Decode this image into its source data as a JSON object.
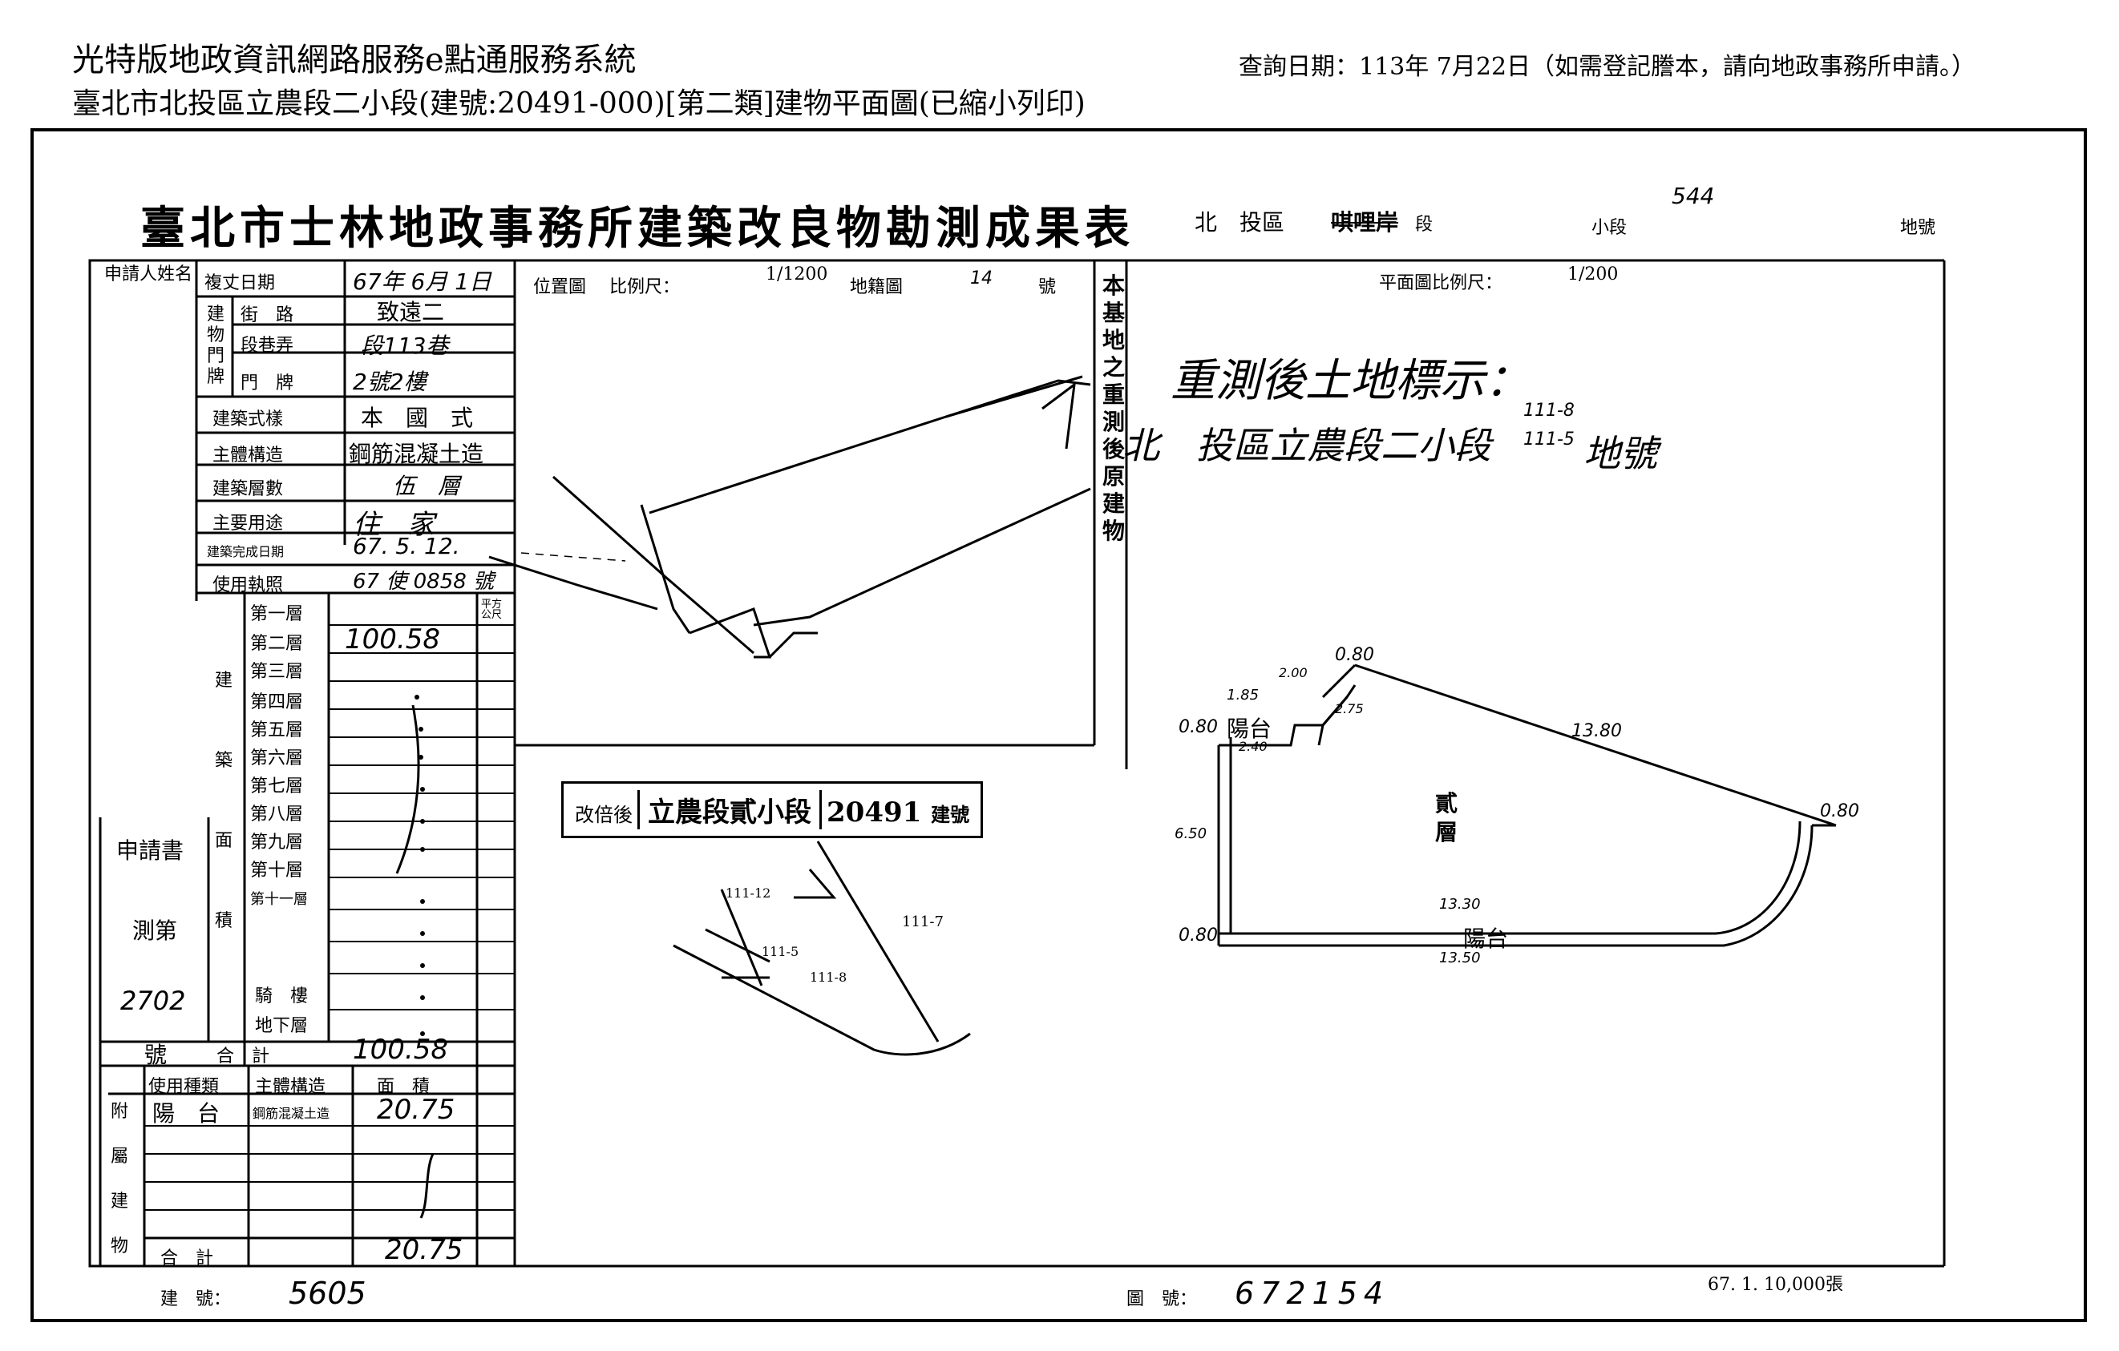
{
  "header": {
    "system_title": "光特版地政資訊網路服務e點通服務系統",
    "subtitle": "臺北市北投區立農段二小段(建號:20491-000)[第二類]建物平面圖(已縮小列印)",
    "query_date": "查詢日期：113年 7月22日（如需登記謄本，請向地政事務所申請。）"
  },
  "form": {
    "title": "臺北市士林地政事務所建築改良物勘測成果表",
    "title_suffix": "北　投區",
    "crossed_name": "唭哩岸",
    "section_label": "段",
    "subsection_label": "小段",
    "land_no_label": "地號",
    "land_no_value": "544",
    "applicant_label": "申請人姓名",
    "survey_date_label": "複丈日期",
    "survey_date": "67年 6月 1日",
    "door_labels": [
      "建物門牌",
      "街　路",
      "段巷弄",
      "門　牌"
    ],
    "street": "致遠二",
    "lane": "段113巷",
    "door_no": "2號2樓",
    "style_label": "建築式樣",
    "style": "本　國　式",
    "structure_label": "主體構造",
    "structure": "鋼筋混凝土造",
    "floors_label": "建築層數",
    "floors": "伍　層",
    "usage_label": "主要用途",
    "usage": "住　家",
    "complete_label": "建築完成日期",
    "complete_date": "67. 5. 12.",
    "license_label": "使用執照",
    "license": "67 使 0858 號",
    "area_label": "建築面積",
    "floor_rows": [
      "第一層",
      "第二層",
      "第三層",
      "第四層",
      "第五層",
      "第六層",
      "第七層",
      "第八層",
      "第九層",
      "第十層",
      "第十一層",
      "",
      "騎　樓",
      "地下層"
    ],
    "second_floor_area": "100.58",
    "total_label": "合　計",
    "total_area": "100.58",
    "unit": "平方公尺",
    "application_label": "申請書",
    "application_no_label": "測第",
    "application_no": "2702",
    "application_no_suffix": "號",
    "annex_label": "附屬建物",
    "annex_headers": [
      "使用種類",
      "主體構造",
      "面　積"
    ],
    "annex_type": "陽　台",
    "annex_structure": "鋼筋混凝土造",
    "annex_area": "20.75",
    "annex_total_label": "合　計",
    "annex_total": "20.75",
    "building_no_label": "建　號：",
    "building_no": "5605",
    "map_no_label": "圖　號：",
    "map_no": "672154",
    "print_info": "67. 1. 10,000張"
  },
  "location_map": {
    "label": "位置圖",
    "scale_label": "比例尺：",
    "scale": "1/1200",
    "map_sheet_label": "地籍圖",
    "map_sheet": "14",
    "map_sheet_suffix": "號",
    "lot_labels": [
      "111-12",
      "111-5",
      "111-8",
      "111-7"
    ]
  },
  "floor_plan": {
    "scale_label": "平面圖比例尺：",
    "scale": "1/200",
    "note": "重測後土地標示：",
    "note_line2_prefix": "北　投區立農段二小段",
    "note_line2_lots": "111-8 111-5",
    "note_line2_suffix": "地號",
    "floor_name": "貳層",
    "balcony_label": "陽台",
    "dims": [
      "0.80",
      "2.00",
      "1.85",
      "2.75",
      "13.80",
      "0.80",
      "2.40",
      "6.50",
      "13.30",
      "0.80",
      "13.50",
      "0.80"
    ]
  },
  "side_note": "本基地之重測後原建物",
  "stamp": {
    "prefix": "改倍後",
    "section": "立農段貳小段",
    "number": "20491",
    "suffix": "建號"
  }
}
